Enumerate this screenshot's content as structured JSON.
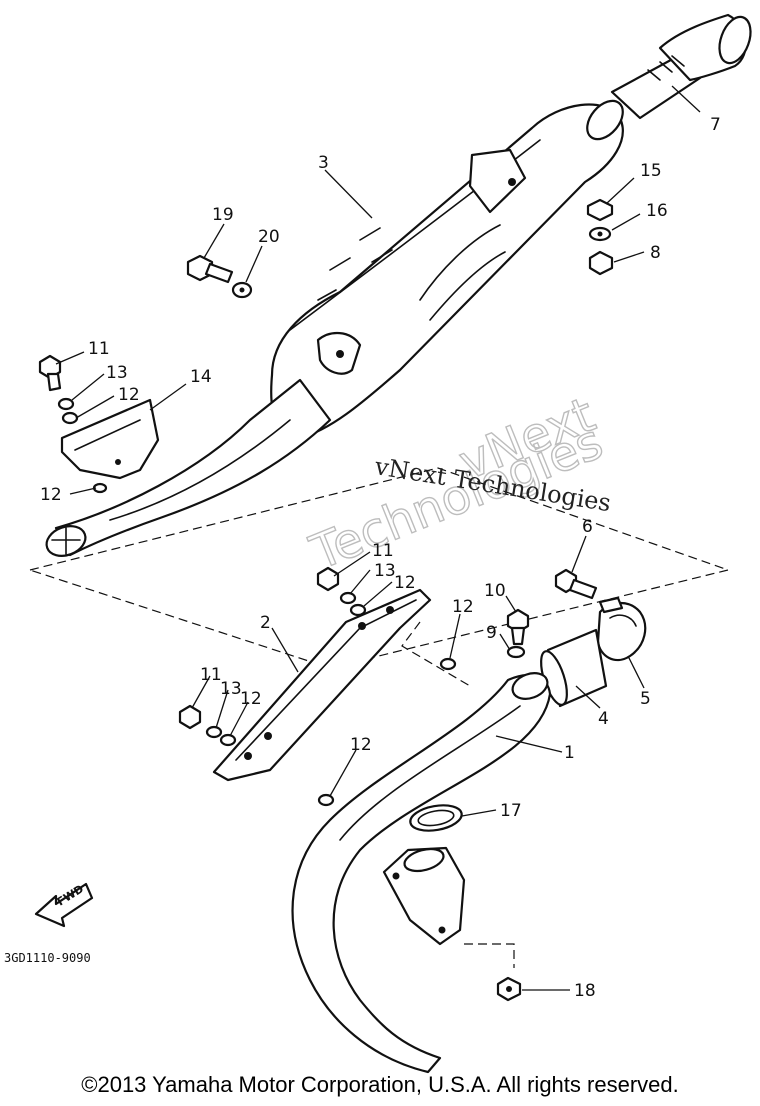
{
  "watermark": {
    "line1": "vNext Technologies",
    "ghost_a": "vNext",
    "ghost_b": "Technologies"
  },
  "drawing_code": "3GD1110-9090",
  "fwd_label": "FWD",
  "callouts": [
    "1",
    "2",
    "3",
    "4",
    "5",
    "6",
    "7",
    "8",
    "9",
    "10",
    "11",
    "11",
    "11",
    "12",
    "12",
    "12",
    "12",
    "12",
    "12",
    "13",
    "13",
    "13",
    "14",
    "15",
    "16",
    "17",
    "18",
    "19",
    "20"
  ],
  "copyright": "©2013 Yamaha Motor Corporation, U.S.A. All rights reserved."
}
